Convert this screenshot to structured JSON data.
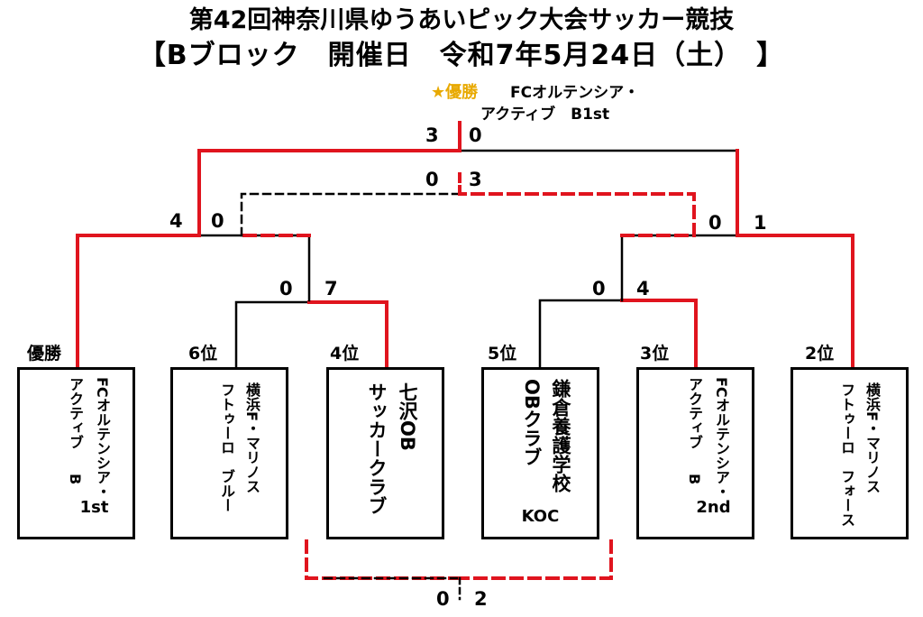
{
  "header": {
    "title": "第42回神奈川県ゆうあいピック大会サッカー競技",
    "subtitle": "【Bブロック　開催日　令和7年5月24日（土）　】"
  },
  "champion": {
    "label": "★優勝",
    "name_line1": "FCオルテンシア・",
    "name_line2": "アクティブ　B1st"
  },
  "teams": [
    {
      "rank": "優勝",
      "col1": "FCオルテンシア・",
      "col2": "アクティブ",
      "col2b": "B",
      "foot": "1st"
    },
    {
      "rank": "6位",
      "col1": "横浜F・マリノス",
      "col2": "フトゥーロ　ブルー",
      "foot": ""
    },
    {
      "rank": "4位",
      "col1": "七沢OB",
      "col2": "サッカークラブ",
      "foot": ""
    },
    {
      "rank": "5位",
      "col1": "鎌倉養護学校",
      "col2": "OBクラブ",
      "foot": "KOC"
    },
    {
      "rank": "3位",
      "col1": "FCオルテンシア・",
      "col2": "アクティブ",
      "col2b": "B",
      "foot": "2nd"
    },
    {
      "rank": "2位",
      "col1": "横浜F・マリノス",
      "col2": "フトゥーロ　フォース",
      "foot": ""
    }
  ],
  "scores": {
    "r1_left": [
      "0",
      "7"
    ],
    "r1_right": [
      "0",
      "4"
    ],
    "semi_left": [
      "4",
      "0"
    ],
    "semi_right": [
      "0",
      "1"
    ],
    "final": [
      "3",
      "0"
    ],
    "third_place": [
      "0",
      "3"
    ],
    "fifth_place": [
      "0",
      "2"
    ]
  },
  "colors": {
    "winner_line": "#e0141e",
    "loser_line": "#000000",
    "champion_star": "#e8a900"
  }
}
